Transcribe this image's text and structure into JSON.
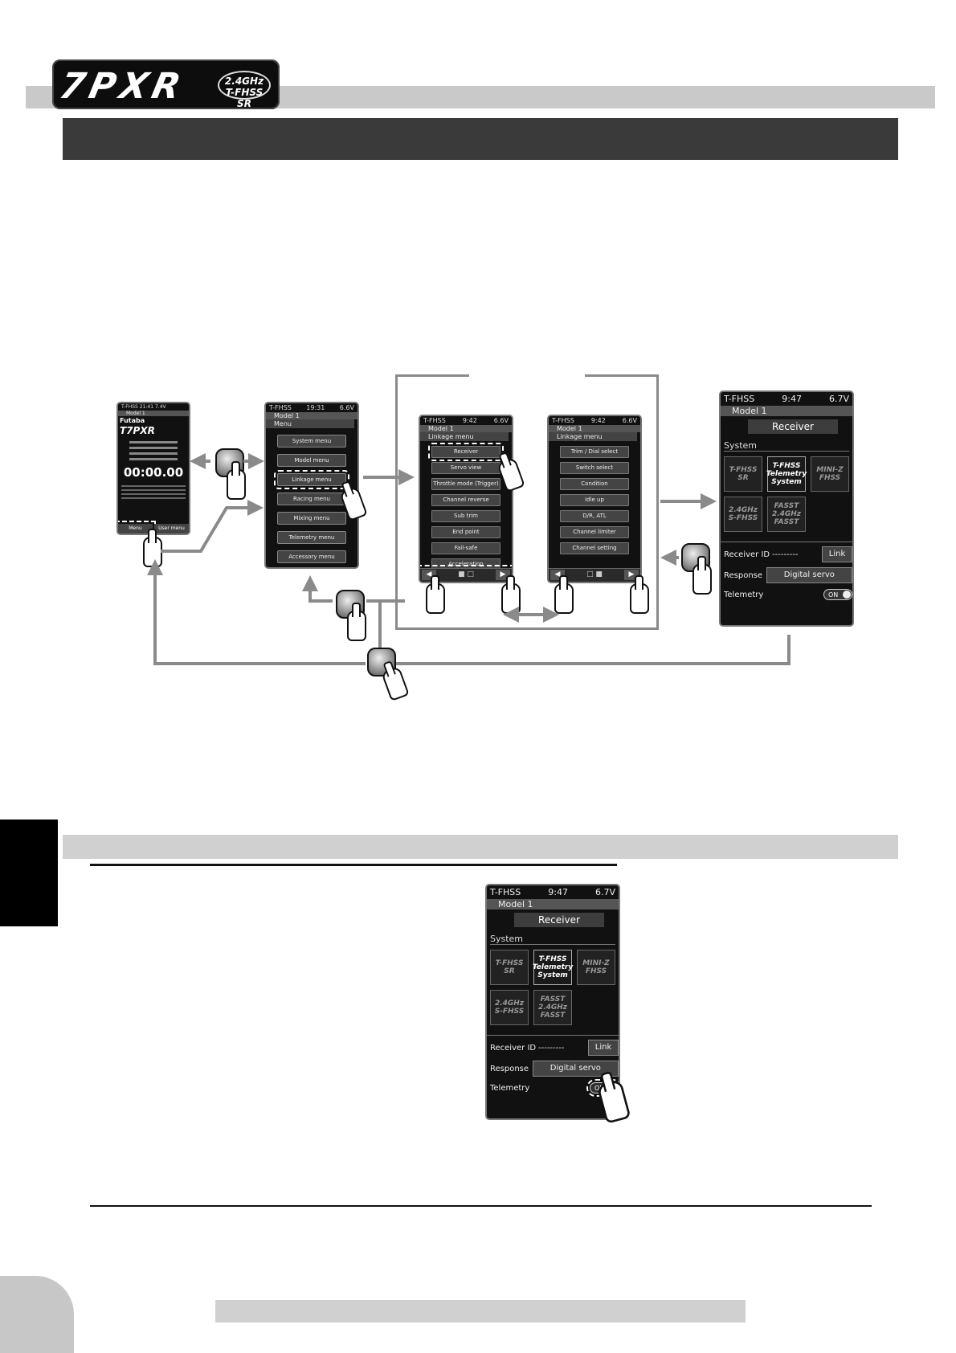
{
  "header": {
    "logo_text": "7PXR",
    "logo_sub": "2.4GHz T-FHSS SR"
  },
  "home": {
    "status": "T-FHSS  21:41  7.4V",
    "model": "Model 1",
    "brand": "Futaba",
    "product": "T7PXR",
    "timer": "00:00.00",
    "menu_label": "Menu",
    "user_menu_label": "User menu"
  },
  "menu_screen": {
    "status_left": "T-FHSS",
    "status_time": "19:31",
    "status_batt": "6.6V",
    "model": "Model 1",
    "heading": "Menu",
    "items": [
      "System menu",
      "Model menu",
      "Linkage menu",
      "Racing menu",
      "Mixing menu",
      "Telemetry menu",
      "Accessory menu"
    ]
  },
  "linkage_page1": {
    "status_left": "T-FHSS",
    "status_time": "9:42",
    "status_batt": "6.6V",
    "model": "Model 1",
    "heading": "Linkage menu",
    "items": [
      "Receiver",
      "Servo view",
      "Throttle mode (Trigger)",
      "Channel reverse",
      "Sub trim",
      "End point",
      "Fail-safe",
      "Acceleration"
    ]
  },
  "linkage_page2": {
    "status_left": "T-FHSS",
    "status_time": "9:42",
    "status_batt": "6.6V",
    "model": "Model 1",
    "heading": "Linkage menu",
    "items": [
      "Trim / Dial select",
      "Switch select",
      "Condition",
      "Idle up",
      "D/R, ATL",
      "Channel limiter",
      "Channel setting"
    ]
  },
  "receiver_screen": {
    "status_left": "T-FHSS",
    "status_time": "9:47",
    "status_batt": "6.7V",
    "model": "Model 1",
    "title": "Receiver",
    "system_label": "System",
    "systems": [
      "T-FHSS SR",
      "T-FHSS Telemetry System",
      "MINI-Z FHSS",
      "2.4GHz S-FHSS",
      "FASST 2.4GHz FASST"
    ],
    "receiver_id_label": "Receiver ID",
    "receiver_id_value": "---------",
    "link_label": "Link",
    "response_label": "Response",
    "response_value": "Digital servo",
    "telemetry_label": "Telemetry",
    "telemetry_value": "ON"
  },
  "icons": [
    "hand-pointer-icon",
    "home-key-icon",
    "arrow-icon",
    "page-left-icon",
    "page-right-icon"
  ]
}
